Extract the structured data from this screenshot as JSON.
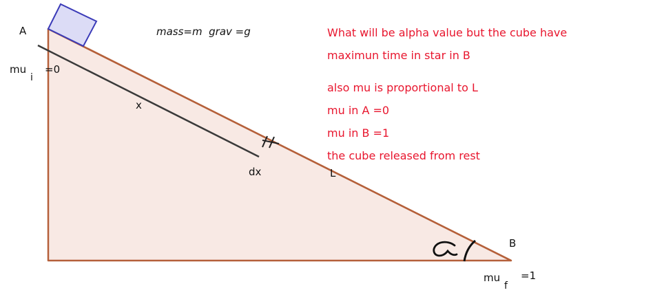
{
  "colors": {
    "triangle_fill": "#f8e9e4",
    "triangle_stroke": "#b5603a",
    "cube_fill": "#dcdcf6",
    "cube_stroke": "#3b3bb8",
    "path_line": "#3a3a3a",
    "note_text": "#e8162e",
    "label_text": "#111111"
  },
  "labels": {
    "point_a": "A",
    "point_b": "B",
    "mass_grav": "mass=m  grav =g",
    "mu_top_main": "mu",
    "mu_top_sub": "i",
    "mu_top_value": "=0",
    "x": "x",
    "dx": "dx",
    "length": "L",
    "mu_bottom_main": "mu",
    "mu_bottom_sub": "f",
    "mu_bottom_value": "=1"
  },
  "notes": [
    "What will be alpha value but the cube have",
    "maximun time in star in B",
    "also mu is proportional to L",
    "mu in A =0",
    "mu in B =1",
    "the cube released from rest"
  ]
}
